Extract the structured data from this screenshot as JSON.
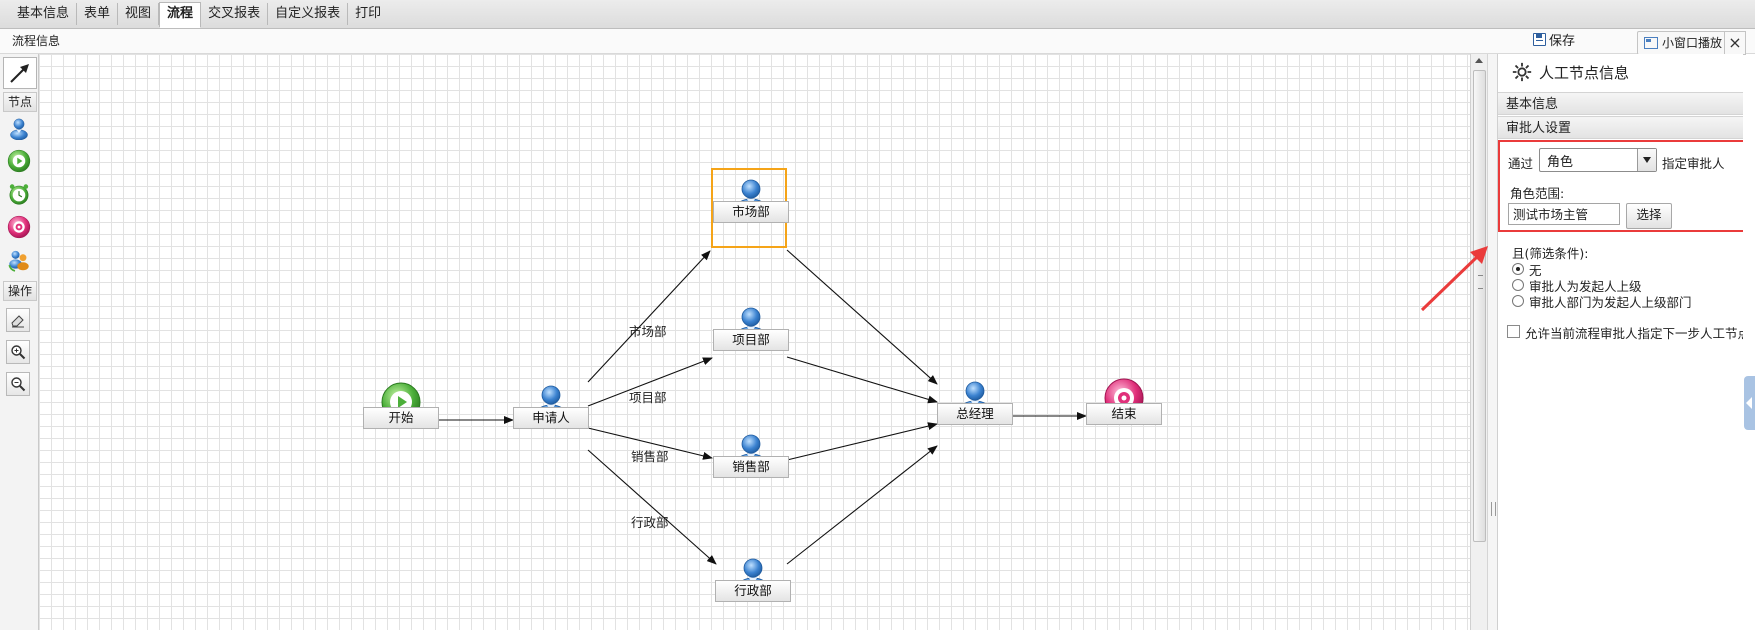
{
  "tabs": [
    "基本信息",
    "表单",
    "视图",
    "流程",
    "交叉报表",
    "自定义报表",
    "打印"
  ],
  "active_tab": "流程",
  "window_controls": {
    "popout_label": "小窗口播放",
    "close_label": "×"
  },
  "subheader": {
    "title": "流程信息",
    "save_label": "保存"
  },
  "palette": {
    "nodes_section": "节点",
    "ops_section": "操作"
  },
  "nodes": {
    "start": "开始",
    "applicant": "申请人",
    "market": "市场部",
    "project": "项目部",
    "sales": "销售部",
    "admin": "行政部",
    "gm": "总经理",
    "end": "结束"
  },
  "edge_labels": {
    "to_market": "市场部",
    "to_project": "项目部",
    "to_sales": "销售部",
    "to_admin": "行政部"
  },
  "panel": {
    "title": "人工节点信息",
    "section_basic": "基本信息",
    "section_approver": "审批人设置",
    "via_label": "通过",
    "via_value": "角色",
    "assign_label": "指定审批人",
    "role_scope_label": "角色范围:",
    "role_scope_value": "测试市场主管",
    "select_button": "选择",
    "filter_label": "且(筛选条件):",
    "filter_options": [
      "无",
      "审批人为发起人上级",
      "审批人部门为发起人上级部门"
    ],
    "filter_selected": 0,
    "allow_label": "允许当前流程审批人指定下一步人工节点审批人"
  },
  "colors": {
    "selection": "#f5a418",
    "annotation": "#ea3b3b",
    "person_icon": "#3b82d0",
    "start_icon": "#4caf3a",
    "end_icon": "#e0307a"
  }
}
